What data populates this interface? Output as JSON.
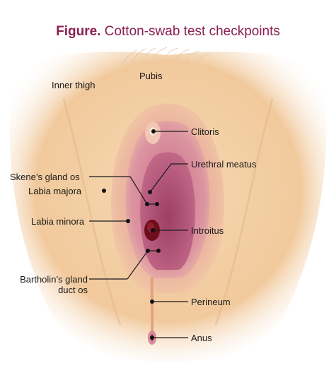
{
  "figure": {
    "title_lead": "Figure.",
    "title_text": "Cotton-swab test checkpoints",
    "colors": {
      "title": "#8a2150",
      "skin": "#f3cfa2",
      "labia_majora": "#eab39a",
      "labia_minora": "#d98a96",
      "vestibule": "#b9577a",
      "introitus": "#7a1020",
      "leader_line": "#1a1a1a"
    },
    "labels": {
      "pubis": "Pubis",
      "inner_thigh": "Inner thigh",
      "clitoris": "Clitoris",
      "urethral_meatus": "Urethral meatus",
      "skenes_gland_os": "Skene’s gland os",
      "labia_majora": "Labia majora",
      "labia_minora": "Labia minora",
      "introitus": "Introitus",
      "bartholins_line1": "Bartholin’s gland",
      "bartholins_line2": "duct os",
      "perineum": "Perineum",
      "anus": "Anus"
    }
  }
}
